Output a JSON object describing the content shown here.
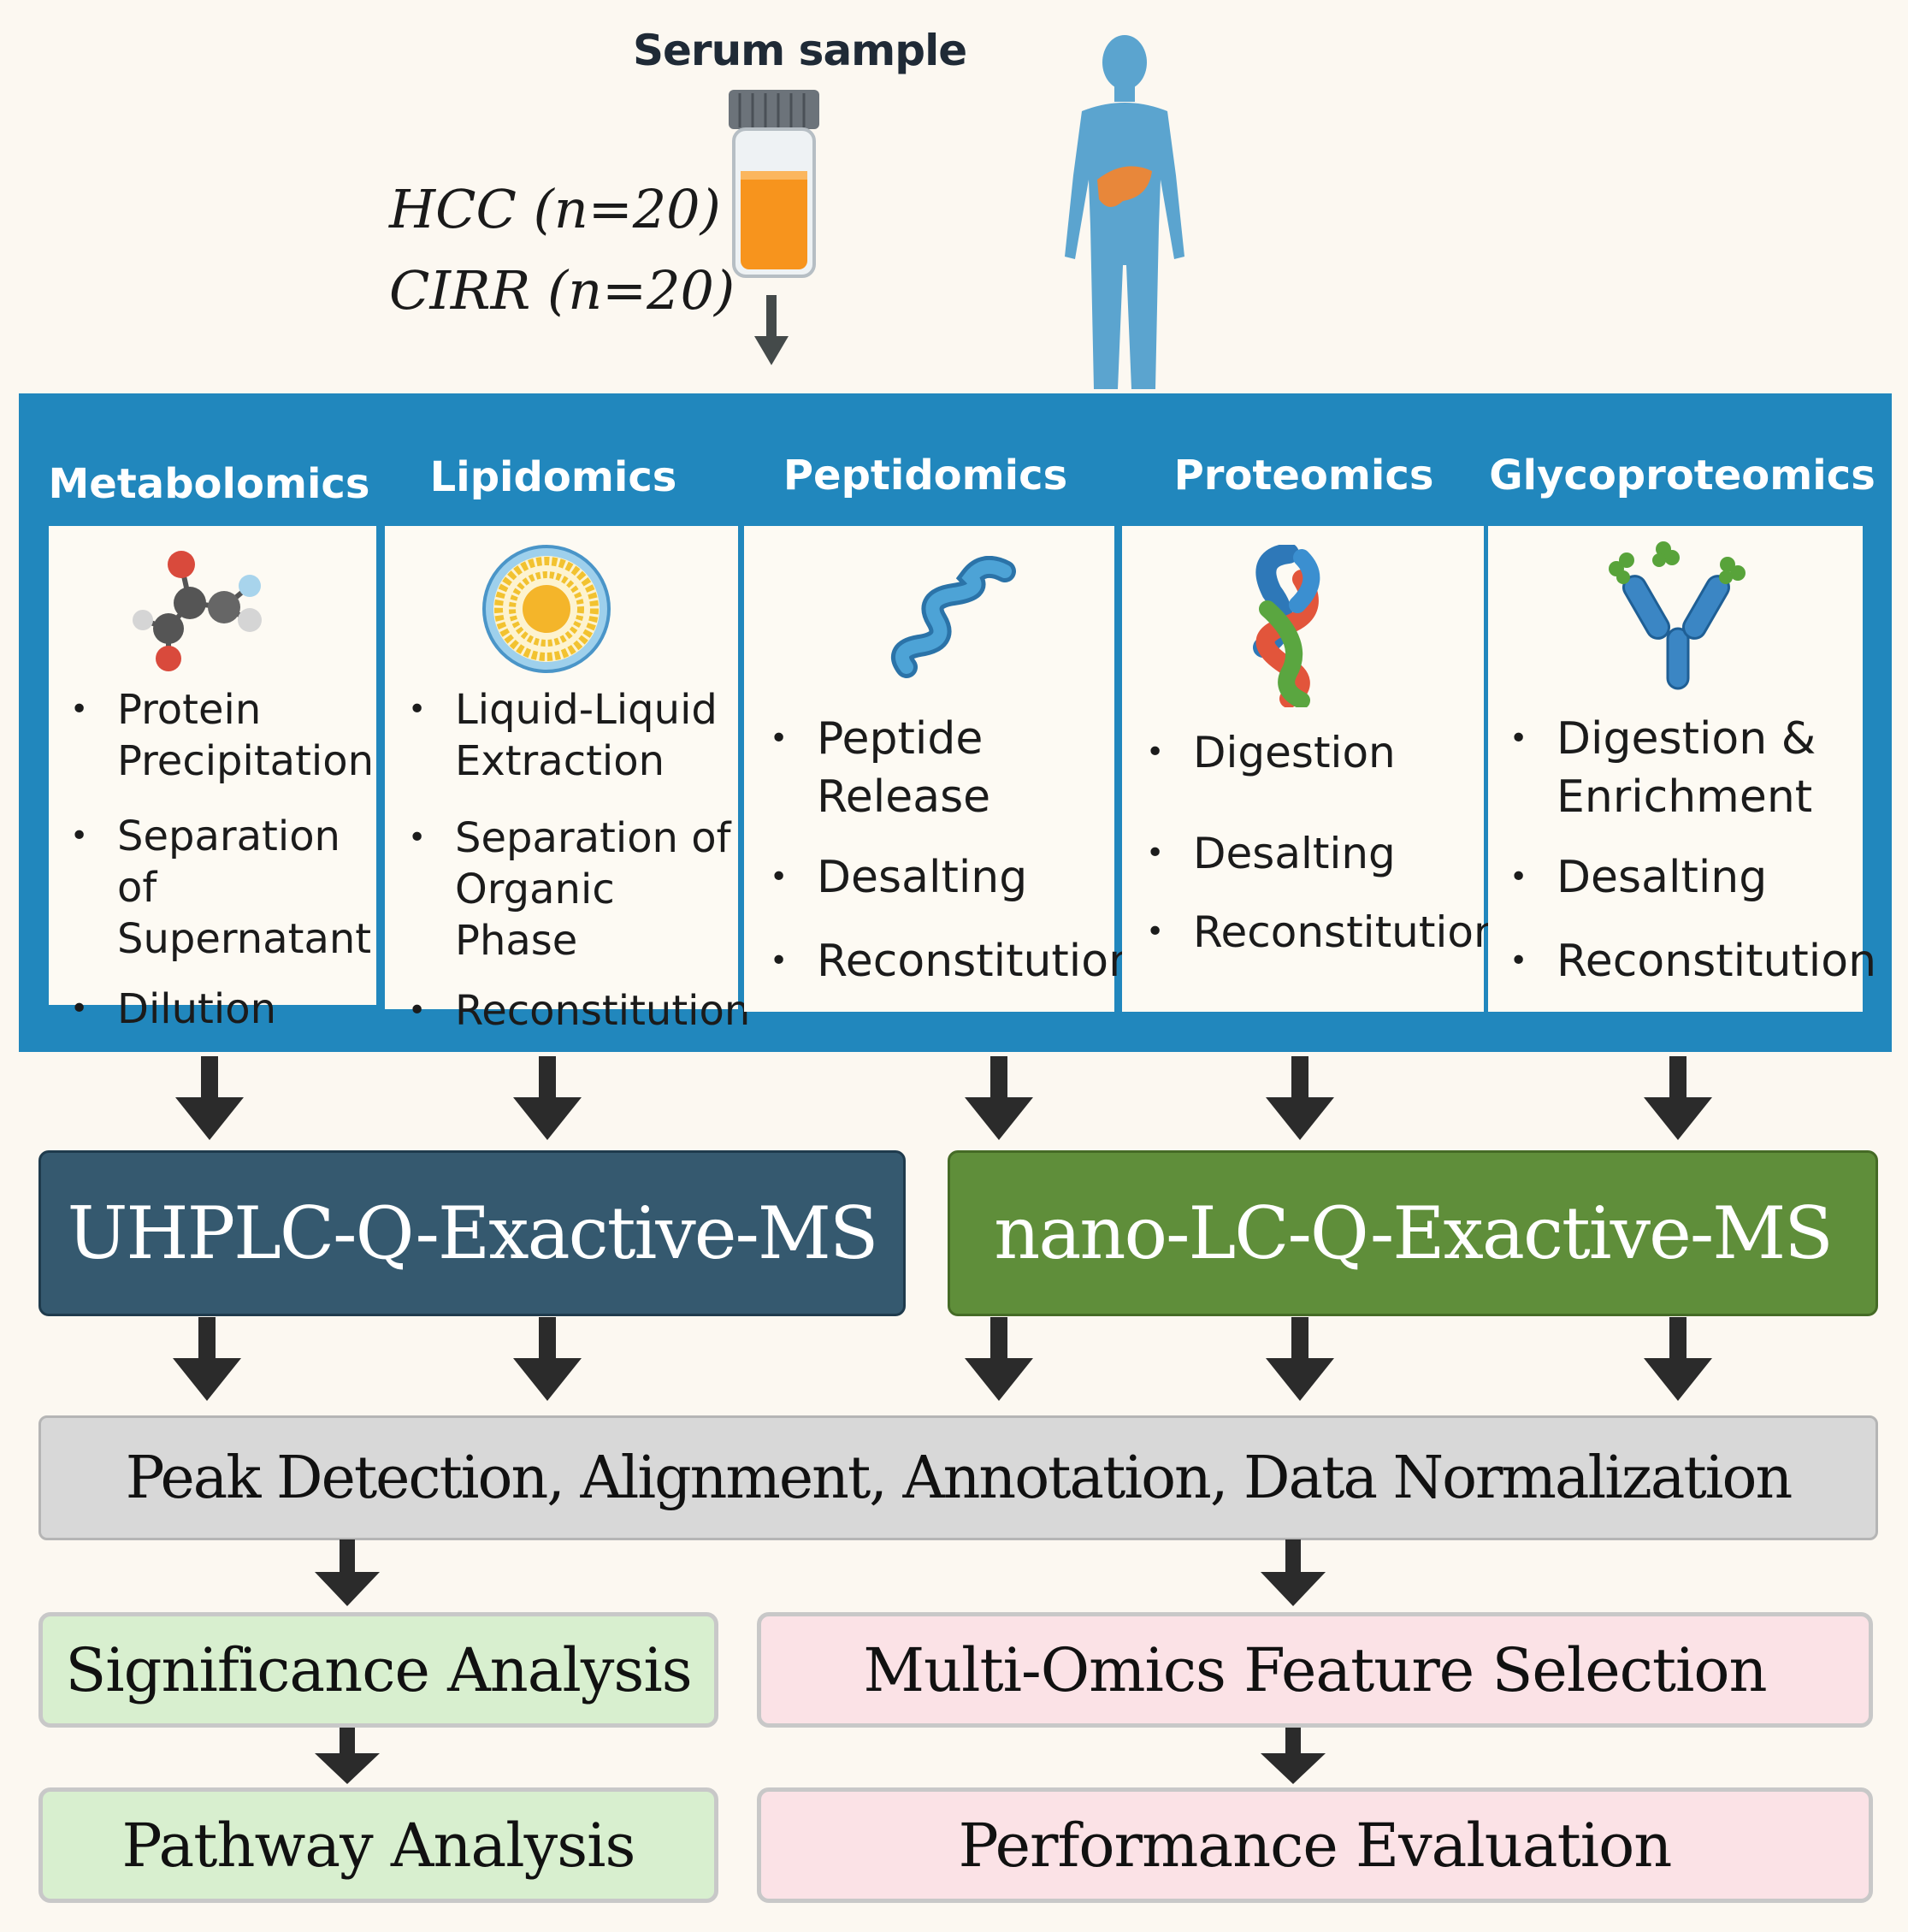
{
  "header": {
    "serum_label": "Serum sample",
    "cohort_hcc": "HCC (n=20)",
    "cohort_cirr": "CIRR (n=20)"
  },
  "omics": [
    {
      "title": "Metabolomics",
      "icon": "molecule-icon",
      "steps": [
        "Protein Precipitation",
        "Separation of Supernatant",
        "Dilution"
      ]
    },
    {
      "title": "Lipidomics",
      "icon": "liposome-icon",
      "steps": [
        "Liquid-Liquid Extraction",
        "Separation of Organic Phase",
        "Reconstitution"
      ]
    },
    {
      "title": "Peptidomics",
      "icon": "peptide-chain-icon",
      "steps": [
        "Peptide Release",
        "Desalting",
        "Reconstitution"
      ]
    },
    {
      "title": "Proteomics",
      "icon": "protein-fold-icon",
      "steps": [
        "Digestion",
        "Desalting",
        "Reconstitution"
      ]
    },
    {
      "title": "Glycoproteomics",
      "icon": "glycoprotein-icon",
      "steps": [
        "Digestion & Enrichment",
        "Desalting",
        "Reconstitution"
      ]
    }
  ],
  "instruments": {
    "left": "UHPLC-Q-Exactive-MS",
    "right": "nano-LC-Q-Exactive-MS"
  },
  "processing": "Peak Detection, Alignment, Annotation, Data Normalization",
  "results": {
    "significance": "Significance Analysis",
    "pathway": "Pathway Analysis",
    "feature_selection": "Multi-Omics Feature Selection",
    "performance": "Performance Evaluation"
  },
  "colors": {
    "panel_blue": "#2187bd",
    "uhplc": "#35596f",
    "nano": "#5f8e3a",
    "processing": "#d8d8d8",
    "green_result": "#d8efcf",
    "pink_result": "#fbe2e6",
    "serum": "#f7941d",
    "body": "#5ba4cf",
    "liver": "#e8873a"
  }
}
